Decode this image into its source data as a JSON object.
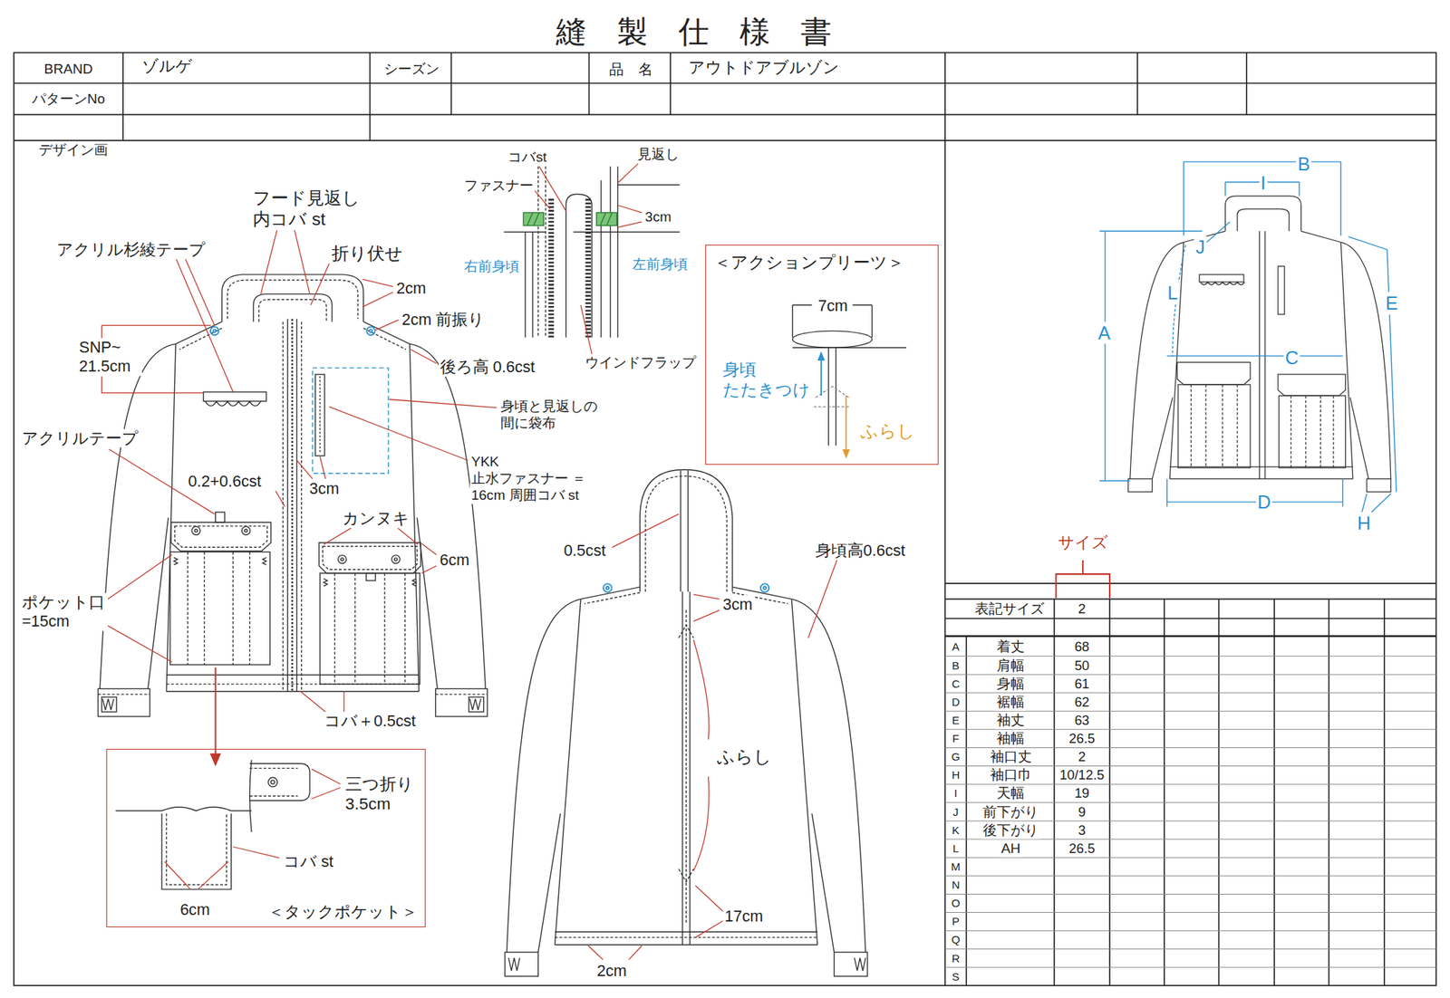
{
  "diagram": {
    "title": "縫製仕様書",
    "nodes": [
      {
        "text": [
          "＜アクションプリーツ＞",
          "7cm",
          "身頃 たたきつけ",
          "ふらし"
        ]
      },
      {
        "text": [
          "三つ折り 3.5cm",
          "コバ st",
          "6cm",
          "＜タックポケット＞"
        ]
      }
    ],
    "labels": [
      "BRAND",
      "ゾルゲ",
      "シーズン",
      "品　名",
      "アウトドアブルゾン",
      "パターンNo",
      "デザイン画",
      "フード見返し 内コバ st",
      "アクリル杉綾テープ",
      "折り伏せ",
      "2cm",
      "2cm 前振り",
      "SNP~ 21.5cm",
      "後ろ高 0.6cst",
      "身頃と見返しの 間に袋布",
      "アクリルテープ",
      "YKK 止水ファスナー ＝16cm 周囲コバ st",
      "0.2+0.6cst",
      "3cm",
      "カンヌキ",
      "6cm",
      "ポケット口 =15cm",
      "コバ＋0.5cst",
      "コバst",
      "見返し",
      "ファスナー",
      "3cm",
      "右前身頃",
      "左前身頃",
      "ウインドフラップ",
      "0.5cst",
      "身頃高0.6cst",
      "3cm",
      "ふらし",
      "17cm",
      "2cm",
      "B",
      "I",
      "J",
      "L",
      "A",
      "E",
      "C",
      "D",
      "H",
      "サイズ",
      "表記サイズ",
      "2",
      "A",
      "着丈",
      "68",
      "B",
      "肩幅",
      "50",
      "C",
      "身幅",
      "61",
      "D",
      "裾幅",
      "62",
      "E",
      "袖丈",
      "63",
      "F",
      "袖幅",
      "26.5",
      "G",
      "袖口丈",
      "2",
      "H",
      "袖口巾",
      "10/12.5",
      "I",
      "天幅",
      "19",
      "J",
      "前下がり",
      "9",
      "K",
      "後下がり",
      "3",
      "L",
      "AH",
      "26.5",
      "M",
      "N",
      "O",
      "P",
      "Q",
      "R",
      "S"
    ]
  }
}
